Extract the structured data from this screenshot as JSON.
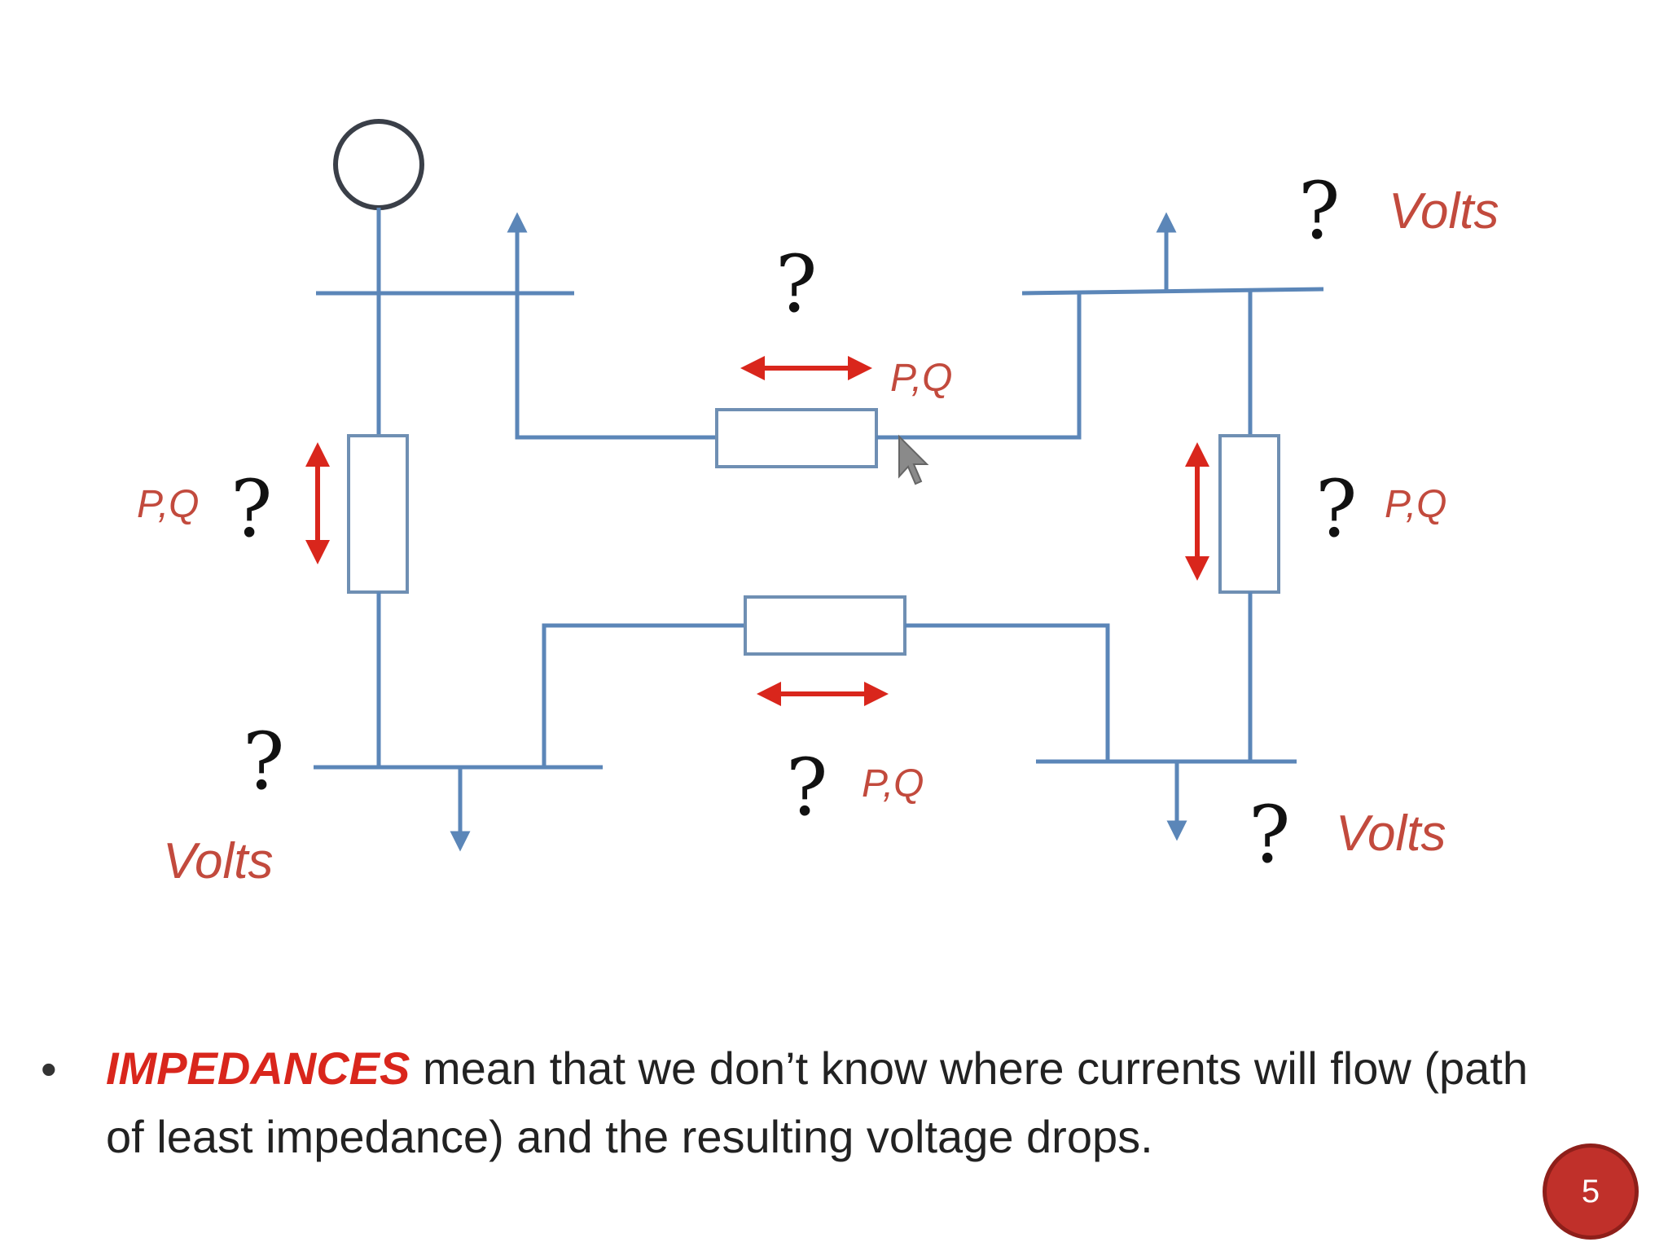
{
  "diagram": {
    "question_mark": "?",
    "pq_label": "P,Q",
    "volts_label": "Volts"
  },
  "bullet": {
    "keyword": "IMPEDANCES",
    "text_after_keyword": " mean that we don’t know where currents will flow (path of least impedance) and the resulting voltage drops."
  },
  "slide_number": "5",
  "colors": {
    "wire": "#5b86b8",
    "arrow": "#d9261c",
    "label": "#c24a3d",
    "badge": "#c0302a"
  }
}
